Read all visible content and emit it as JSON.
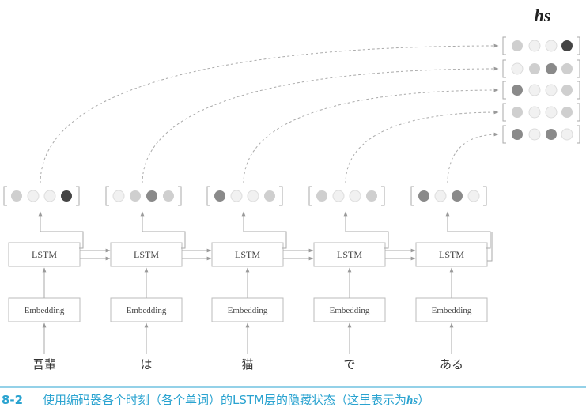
{
  "title": "hs",
  "tokens": [
    "吾輩",
    "は",
    "猫",
    "で",
    "ある"
  ],
  "lstm_label": "LSTM",
  "embedding_label": "Embedding",
  "caption": {
    "number": "8-2",
    "text": "使用编码器各个时刻（各个单词）的LSTM层的隐藏状态（这里表示为",
    "hs": "hs",
    "close": "）"
  },
  "hidden_state_levels": [
    [
      "light",
      "white",
      "white",
      "dark"
    ],
    [
      "white",
      "light",
      "mid",
      "light"
    ],
    [
      "mid",
      "white",
      "white",
      "light"
    ],
    [
      "light",
      "white",
      "white",
      "light"
    ],
    [
      "mid",
      "white",
      "mid",
      "white"
    ]
  ],
  "colors": {
    "dark": "#444444",
    "mid": "#8a8a8a",
    "gray": "#b0b0b0",
    "light": "#cfcfcf",
    "white": "#f1f1f1",
    "accent": "#2aa3d0"
  }
}
